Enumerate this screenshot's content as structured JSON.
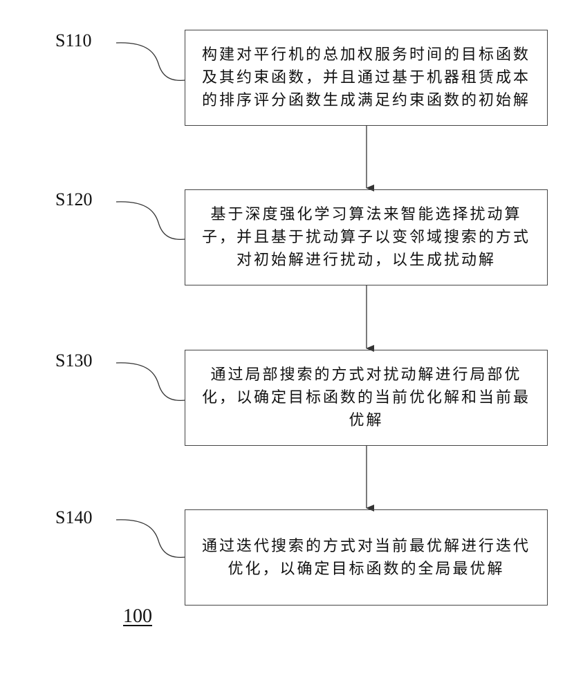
{
  "diagram": {
    "steps": [
      {
        "id": "S110",
        "text": "构建对平行机的总加权服务时间的目标函数及其约束函数，并且通过基于机器租赁成本的排序评分函数生成满足约束函数的初始解"
      },
      {
        "id": "S120",
        "text": "基于深度强化学习算法来智能选择扰动算子，并且基于扰动算子以变邻域搜索的方式对初始解进行扰动，以生成扰动解"
      },
      {
        "id": "S130",
        "text": "通过局部搜索的方式对扰动解进行局部优化，以确定目标函数的当前优化解和当前最优解"
      },
      {
        "id": "S140",
        "text": "通过迭代搜索的方式对当前最优解进行迭代优化，以确定目标函数的全局最优解"
      }
    ],
    "figure_ref": "100"
  }
}
